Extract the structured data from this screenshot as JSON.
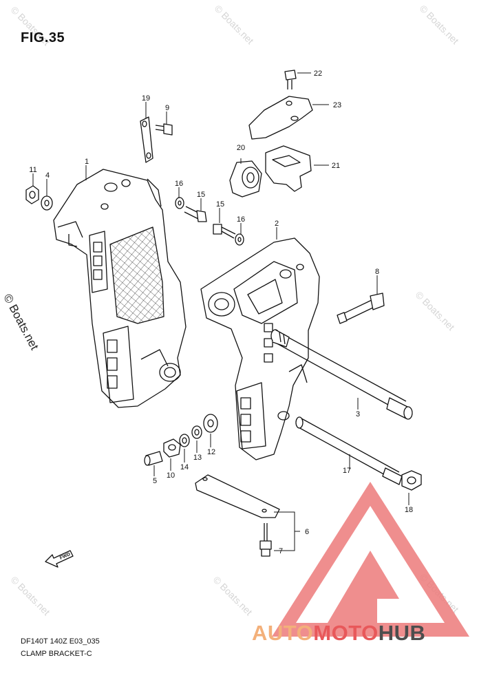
{
  "figure": {
    "title": "FIG.35"
  },
  "footer": {
    "code": "DF140T 140Z E03_035",
    "name": "CLAMP BRACKET-C"
  },
  "watermark": {
    "text": "© Boats.net"
  },
  "logo": {
    "part1": "AUTO",
    "part2": "MOTO",
    "part3": "HUB",
    "colors": {
      "auto": "#f3b07a",
      "moto": "#e8585a",
      "hub": "#4d4d4d",
      "triangle": "#ec7a7a"
    }
  },
  "fwd_label": "FWD",
  "callouts": [
    "1",
    "2",
    "3",
    "4",
    "5",
    "6",
    "7",
    "8",
    "9",
    "10",
    "11",
    "12",
    "13",
    "14",
    "15",
    "15",
    "16",
    "16",
    "17",
    "18",
    "19",
    "20",
    "21",
    "22",
    "23"
  ]
}
